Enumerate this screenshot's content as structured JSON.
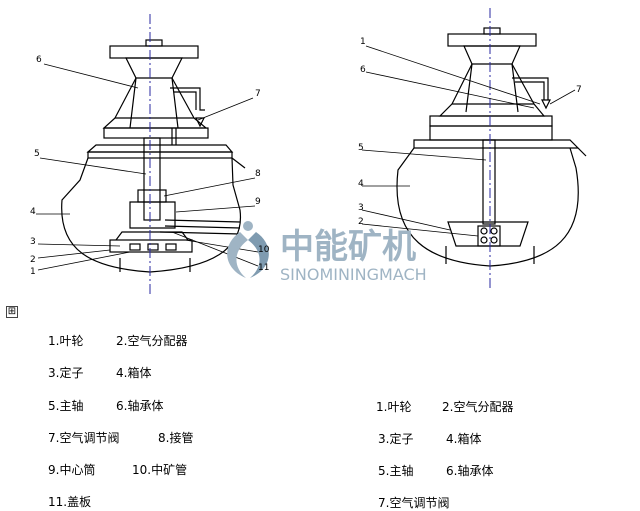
{
  "callouts_left": [
    "6",
    "7",
    "5",
    "8",
    "4",
    "9",
    "3",
    "10",
    "2",
    "1",
    "11"
  ],
  "callouts_right": [
    "1",
    "6",
    "7",
    "5",
    "4",
    "3",
    "2"
  ],
  "watermark": {
    "chinese": "中能矿机",
    "english": "SINOMININGMACH"
  },
  "expand_icon": "⊞",
  "legend_left": [
    "1.叶轮",
    "2.空气分配器",
    "3.定子",
    "4.箱体",
    "5.主轴",
    "6.轴承体",
    "7.空气调节阀",
    "8.接管",
    "9.中心筒",
    "10.中矿管",
    "11.盖板"
  ],
  "legend_right": [
    "1.叶轮",
    "2.空气分配器",
    "3.定子",
    "4.箱体",
    "5.主轴",
    "6.轴承体",
    "7.空气调节阀"
  ],
  "colors": {
    "line": "#000000",
    "axis": "#2a2aa0",
    "watermark": "#9fb4c4"
  }
}
